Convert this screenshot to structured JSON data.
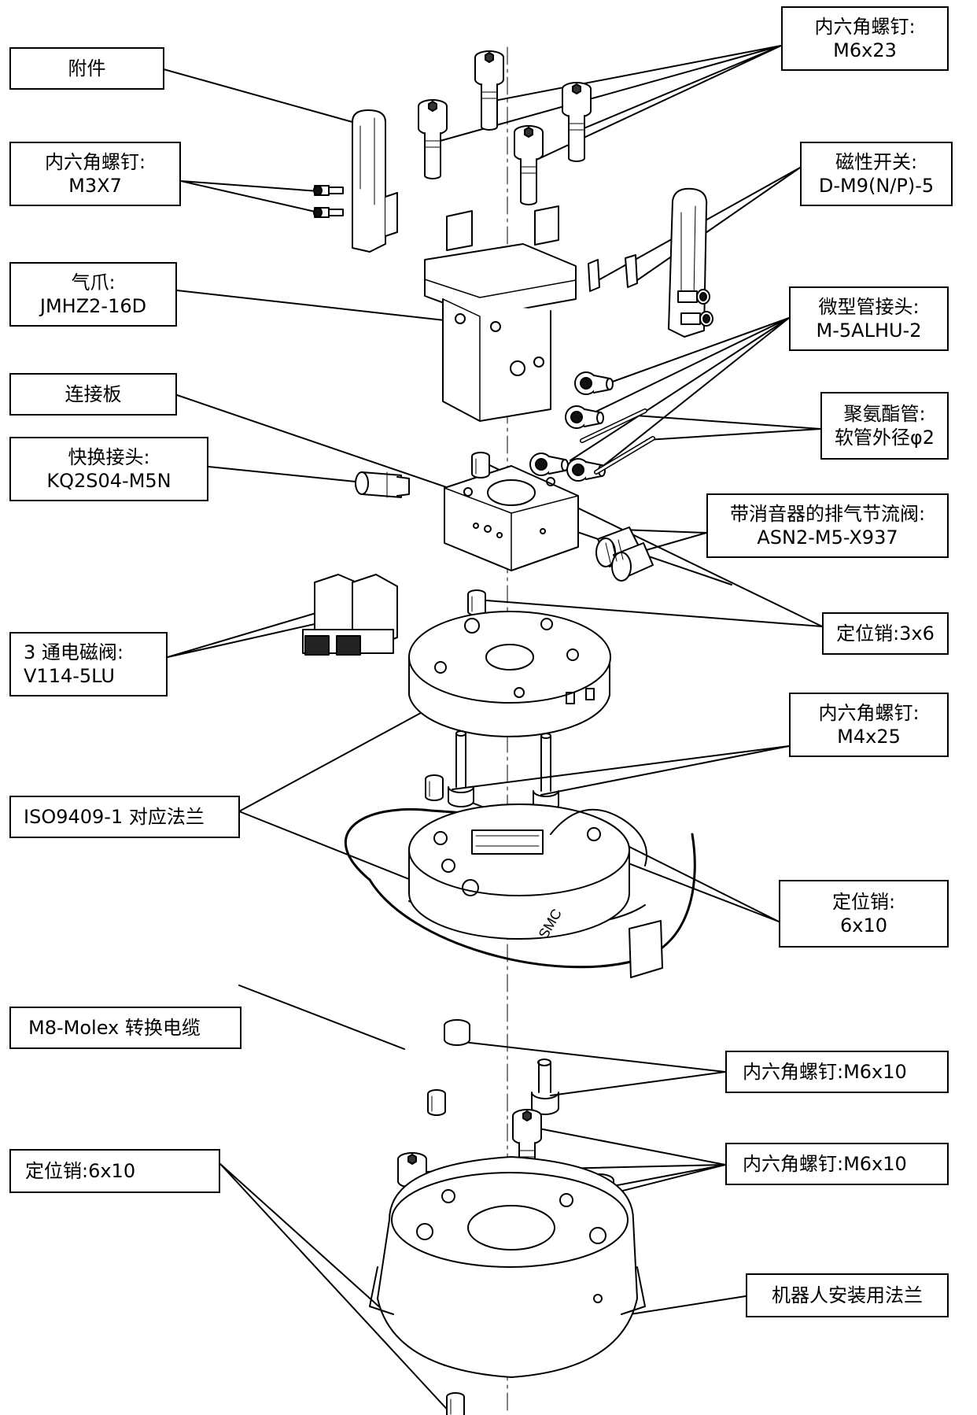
{
  "labels": {
    "attachment": {
      "lines": [
        "附件"
      ]
    },
    "screw_m3x7": {
      "lines": [
        "内六角螺钉:",
        "M3X7"
      ]
    },
    "gripper": {
      "lines": [
        "气爪:",
        "JMHZ2-16D"
      ]
    },
    "connect_plate": {
      "lines": [
        "连接板"
      ]
    },
    "quick_fitting": {
      "lines": [
        "快换接头:",
        "KQ2S04-M5N"
      ]
    },
    "solenoid_valve": {
      "lines": [
        "3 通电磁阀:",
        "V114-5LU"
      ]
    },
    "iso_flange": {
      "lines": [
        "ISO9409-1 对应法兰"
      ]
    },
    "m8_cable": {
      "lines": [
        "M8-Molex 转换电缆"
      ]
    },
    "pin_6x10_left": {
      "lines": [
        "定位销:6x10"
      ]
    },
    "screw_m6x23": {
      "lines": [
        "内六角螺钉:",
        "M6x23"
      ]
    },
    "magnetic_switch": {
      "lines": [
        "磁性开关:",
        "D-M9(N/P)-5"
      ]
    },
    "micro_fitting": {
      "lines": [
        "微型管接头:",
        "M-5ALHU-2"
      ]
    },
    "pu_tube": {
      "lines": [
        "聚氨酯管:",
        "软管外径φ2"
      ]
    },
    "exhaust_valve": {
      "lines": [
        "带消音器的排气节流阀:",
        "ASN2-M5-X937"
      ]
    },
    "pin_3x6": {
      "lines": [
        "定位销:3x6"
      ]
    },
    "screw_m4x25": {
      "lines": [
        "内六角螺钉:",
        "M4x25"
      ]
    },
    "pin_6x10_right": {
      "lines": [
        "定位销:",
        "6x10"
      ]
    },
    "screw_m6x10_a": {
      "lines": [
        "内六角螺钉:M6x10"
      ]
    },
    "screw_m6x10_b": {
      "lines": [
        "内六角螺钉:M6x10"
      ]
    },
    "robot_flange": {
      "lines": [
        "机器人安装用法兰"
      ]
    }
  },
  "part_markings": {
    "flange_logo": "SMC"
  }
}
